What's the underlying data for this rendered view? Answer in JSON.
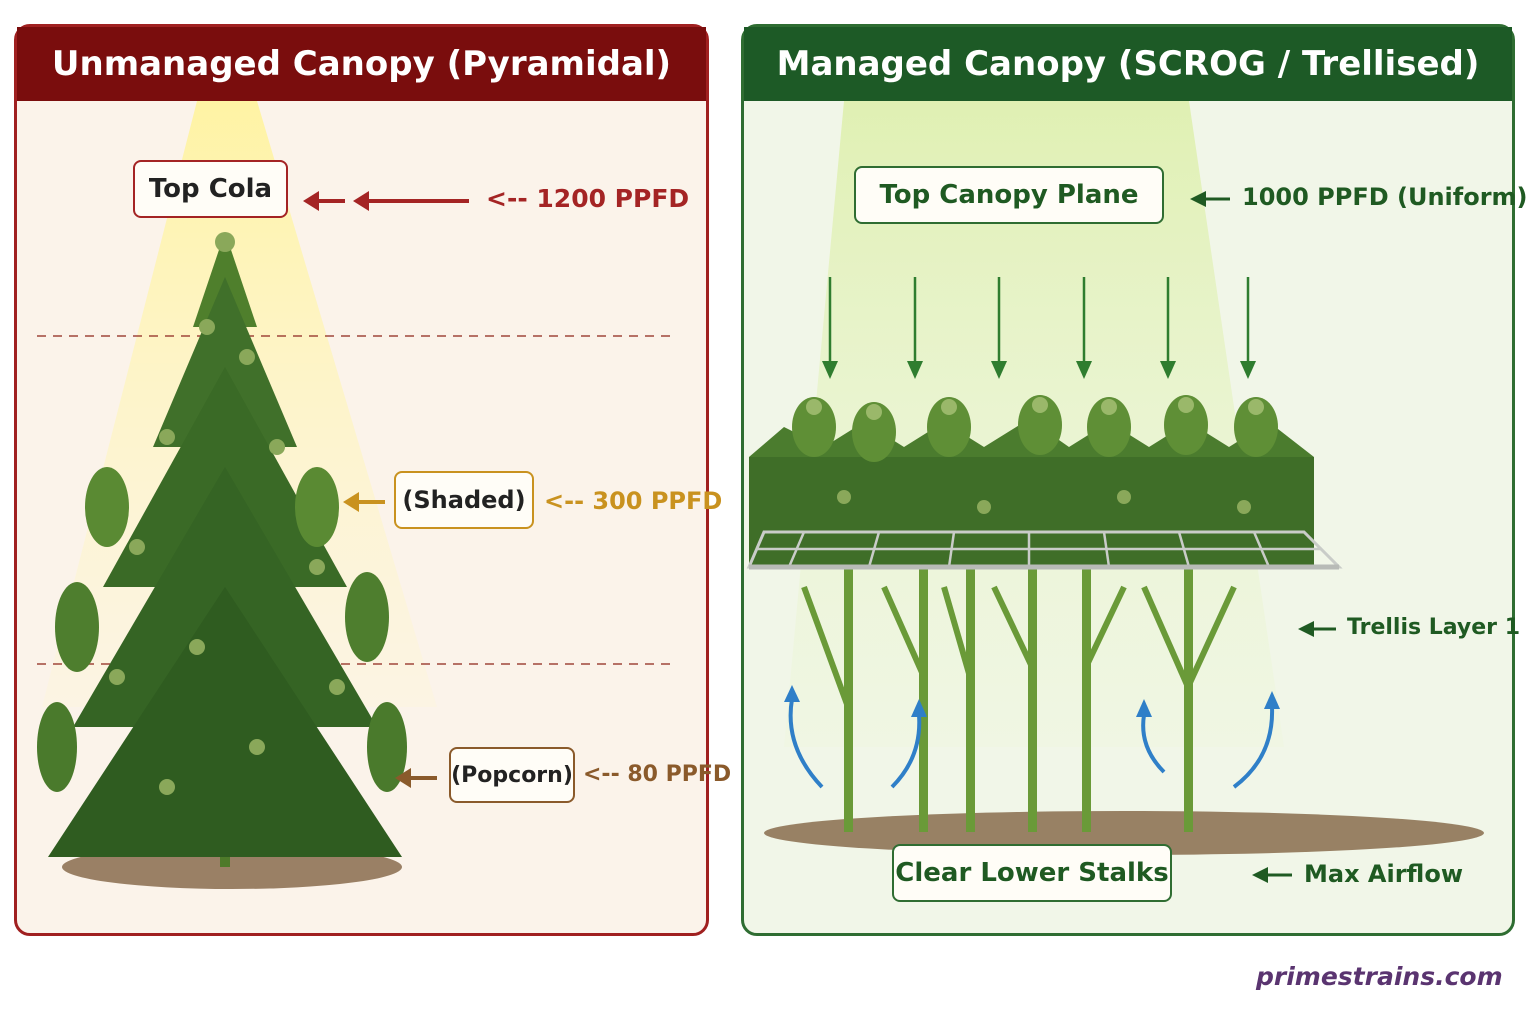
{
  "left_panel": {
    "title": "Unmanaged Canopy (Pyramidal)",
    "labels": {
      "top": "Top Cola",
      "middle": "(Shaded)",
      "bottom": "(Popcorn)"
    },
    "annotations": {
      "top": "<-- 1200 PPFD",
      "middle": "<-- 300 PPFD",
      "bottom": "<-- 80 PPFD"
    },
    "colors": {
      "frame": "#a02020",
      "header": "#7a0d0d",
      "top": "#a42424",
      "middle": "#c9921f",
      "bottom": "#8a5a2b"
    }
  },
  "right_panel": {
    "title": "Managed Canopy (SCROG / Trellised)",
    "labels": {
      "top": "Top Canopy Plane",
      "bottom": "Clear Lower Stalks"
    },
    "annotations": {
      "top": "1000 PPFD (Uniform)",
      "trellis": "Trellis Layer 1",
      "airflow": "Max Airflow"
    },
    "colors": {
      "frame": "#2f6d32",
      "header": "#1d5a26",
      "text": "#1f5a22",
      "airflow_arrow": "#2f7fc8"
    }
  },
  "footer": {
    "brand": "primestrains.com"
  }
}
